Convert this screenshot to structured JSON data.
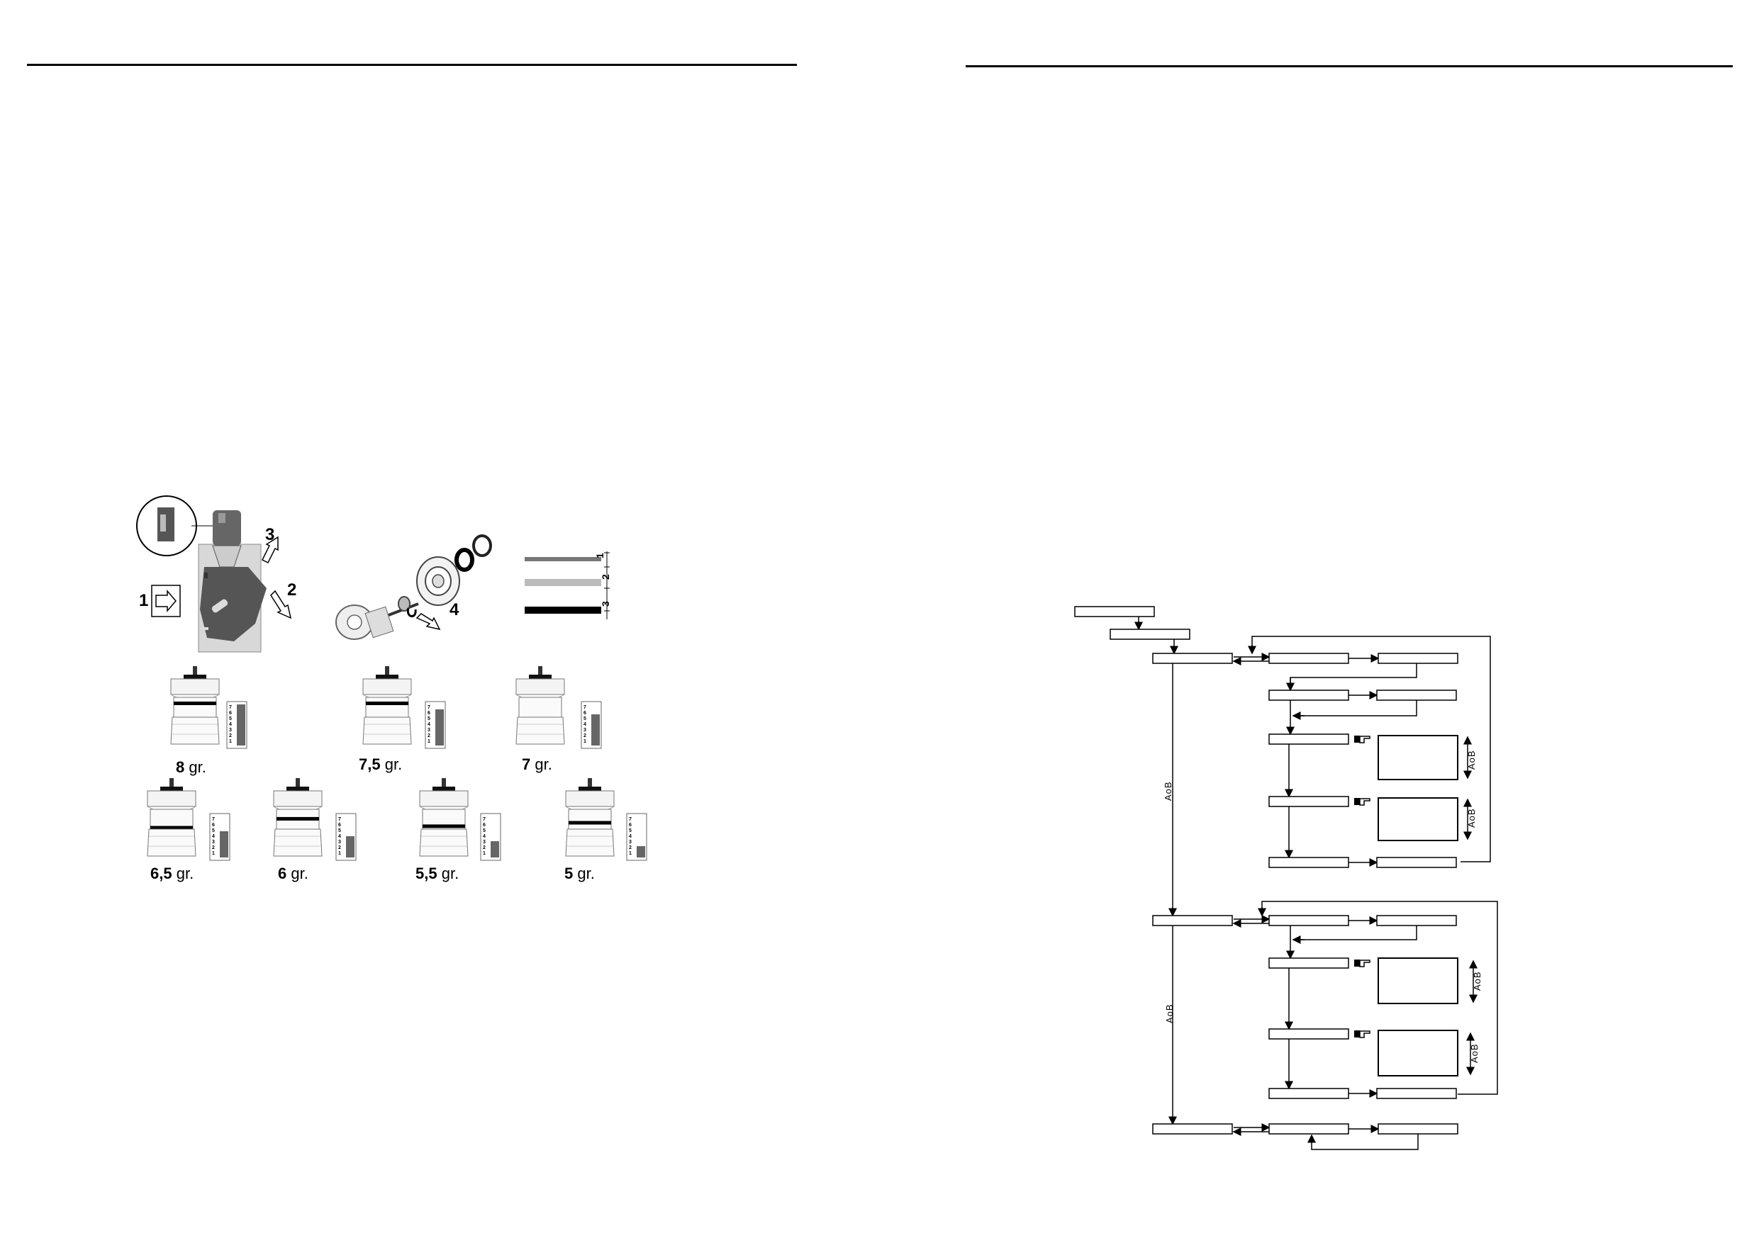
{
  "steps": {
    "step_1": "1",
    "step_2": "2",
    "step_3": "3",
    "step_4": "4"
  },
  "color_bars": {
    "bar_1": "1",
    "bar_2": "2",
    "bar_3": "3"
  },
  "weights": {
    "w8": "8",
    "w7_5": "7,5",
    "w7": "7",
    "w6_5": "6,5",
    "w6": "6",
    "w5_5": "5,5",
    "w5": "5",
    "unit": "gr."
  },
  "scale_digits": [
    "7",
    "6",
    "5",
    "4",
    "3",
    "2",
    "1"
  ],
  "flowchart": {
    "aob_label": "AoB",
    "hand_icon": "pointing-hand-icon"
  }
}
